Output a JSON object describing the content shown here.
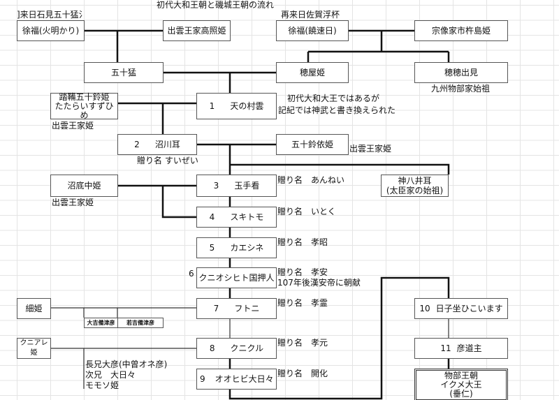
{
  "title": "初代大和王朝と磯城王朝の流れ",
  "notes": {
    "arrival1": "]来日石見五十猛氵",
    "arrival2": "再来日佐賀浮杯",
    "kyushu": "九州物部家始祖",
    "jimmu_line1": "初代大和大王ではあるが",
    "jimmu_line2": "記紀では神武と書き換えられた",
    "izumo1": "出雲王家姫",
    "izumo2": "出雲王家姫",
    "izumo3": "出雲王家姫",
    "okurina2": "贈り名 すいぜい",
    "okurina3": "贈り名　あんねい",
    "okurina4": "贈り名　いとく",
    "okurina5": "贈り名　孝昭",
    "okurina6": "贈り名　孝安",
    "chokou": "107年後漢安帝に朝献",
    "okurina7": "贈り名　孝霊",
    "okurina8": "贈り名　孝元",
    "okurina9": "贈り名　開化",
    "num6": "6",
    "children8": "長兄大彦(中曾オネ彦)\n次兄　大日々\nモモソ姫"
  },
  "boxes": {
    "jofuku1": "徐福(火明かり)",
    "takateru": "出雲王家高照姫",
    "jofuku2": "徐福(饒速日)",
    "ichikishima": "宗像家市杵島姫",
    "isotake": "五十猛",
    "hoya": "穂屋姫",
    "hohodemi": "穂穂出見",
    "tatara": "踏鞴五十鈴姫\nたたらいすずひめ",
    "k1_num": "1",
    "k1": "天の村雲",
    "k2_num": "2",
    "k2": "沼川耳",
    "isuzuyori": "五十鈴依姫",
    "nunasoko": "沼底中姫",
    "k3_num": "3",
    "k3": "玉手看",
    "kamuyai": "神八井耳\n(太臣家の始祖)",
    "k4_num": "4",
    "k4": "スキトモ",
    "k5_num": "5",
    "k5": "カエシネ",
    "k6": "クニオシヒト国押人",
    "hosohime": "細姫",
    "kibitsu1": "大吉備津彦",
    "kibitsu2": "若吉備津彦",
    "k7_num": "7",
    "k7": "フトニ",
    "kuniare": "クニアレ姫",
    "k8_num": "8",
    "k8": "クニクル",
    "k9_num": "9",
    "k9": "オオヒビ大日々",
    "k10_num": "10",
    "k10": "日子坐ひこいます",
    "k11_num": "11",
    "k11": "彦道主",
    "mononobe": "物部王朝\nイクメ大王\n(垂仁)"
  }
}
